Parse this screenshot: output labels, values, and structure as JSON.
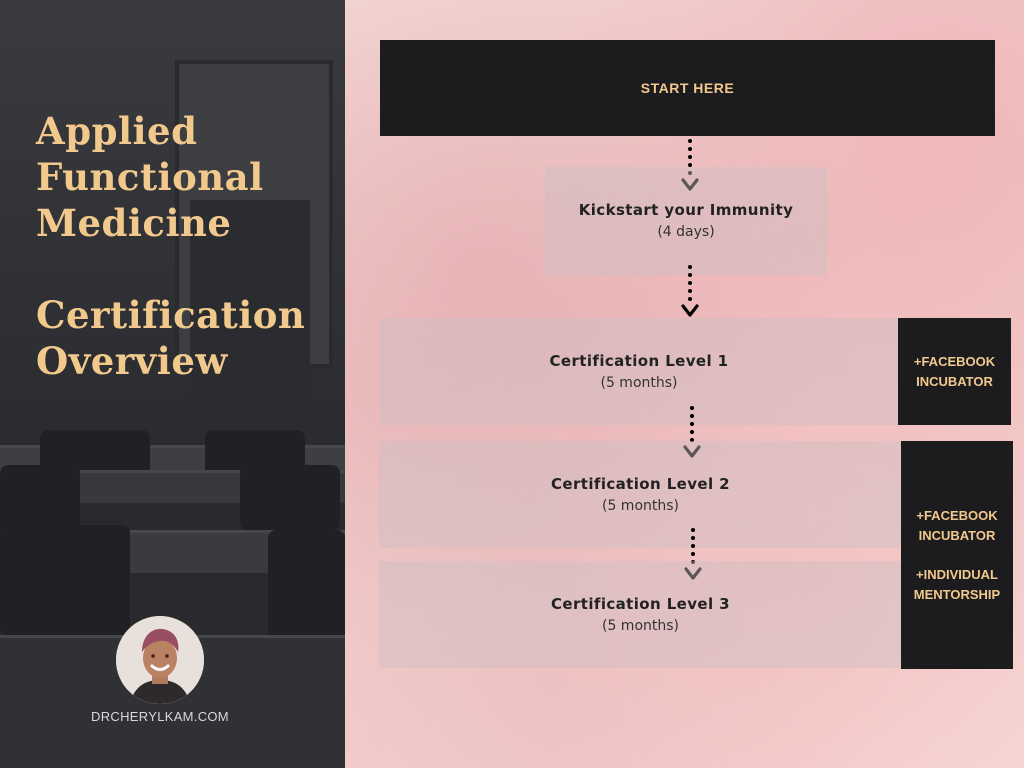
{
  "title": {
    "lines_1": [
      "Applied",
      "Functional",
      "Medicine"
    ],
    "lines_2": [
      "Certification",
      "Overview"
    ]
  },
  "website": "DRCHERYLKAM.COM",
  "colors": {
    "accent_gold": "#f2c98d",
    "dark_box": "#1c1c1f",
    "left_panel": "#2f3034",
    "right_panel_pink": "#f0cccb"
  },
  "flow": {
    "start": {
      "label": "START HERE"
    },
    "kickstart": {
      "title": "Kickstart your Immunity",
      "duration": "(4 days)"
    },
    "level1": {
      "title": "Certification Level 1",
      "duration": "(5 months)"
    },
    "level2": {
      "title": "Certification Level 2",
      "duration": "(5 months)"
    },
    "level3": {
      "title": "Certification Level 3",
      "duration": "(5 months)"
    }
  },
  "side_notes": {
    "level1": [
      "+FACEBOOK",
      "INCUBATOR"
    ],
    "levels_2_3": {
      "group_1": [
        "+FACEBOOK",
        "INCUBATOR"
      ],
      "group_2": [
        "+INDIVIDUAL",
        "MENTORSHIP"
      ]
    }
  },
  "icons": {
    "connector": "dotted-arrow-down-icon",
    "avatar": "profile-photo"
  }
}
